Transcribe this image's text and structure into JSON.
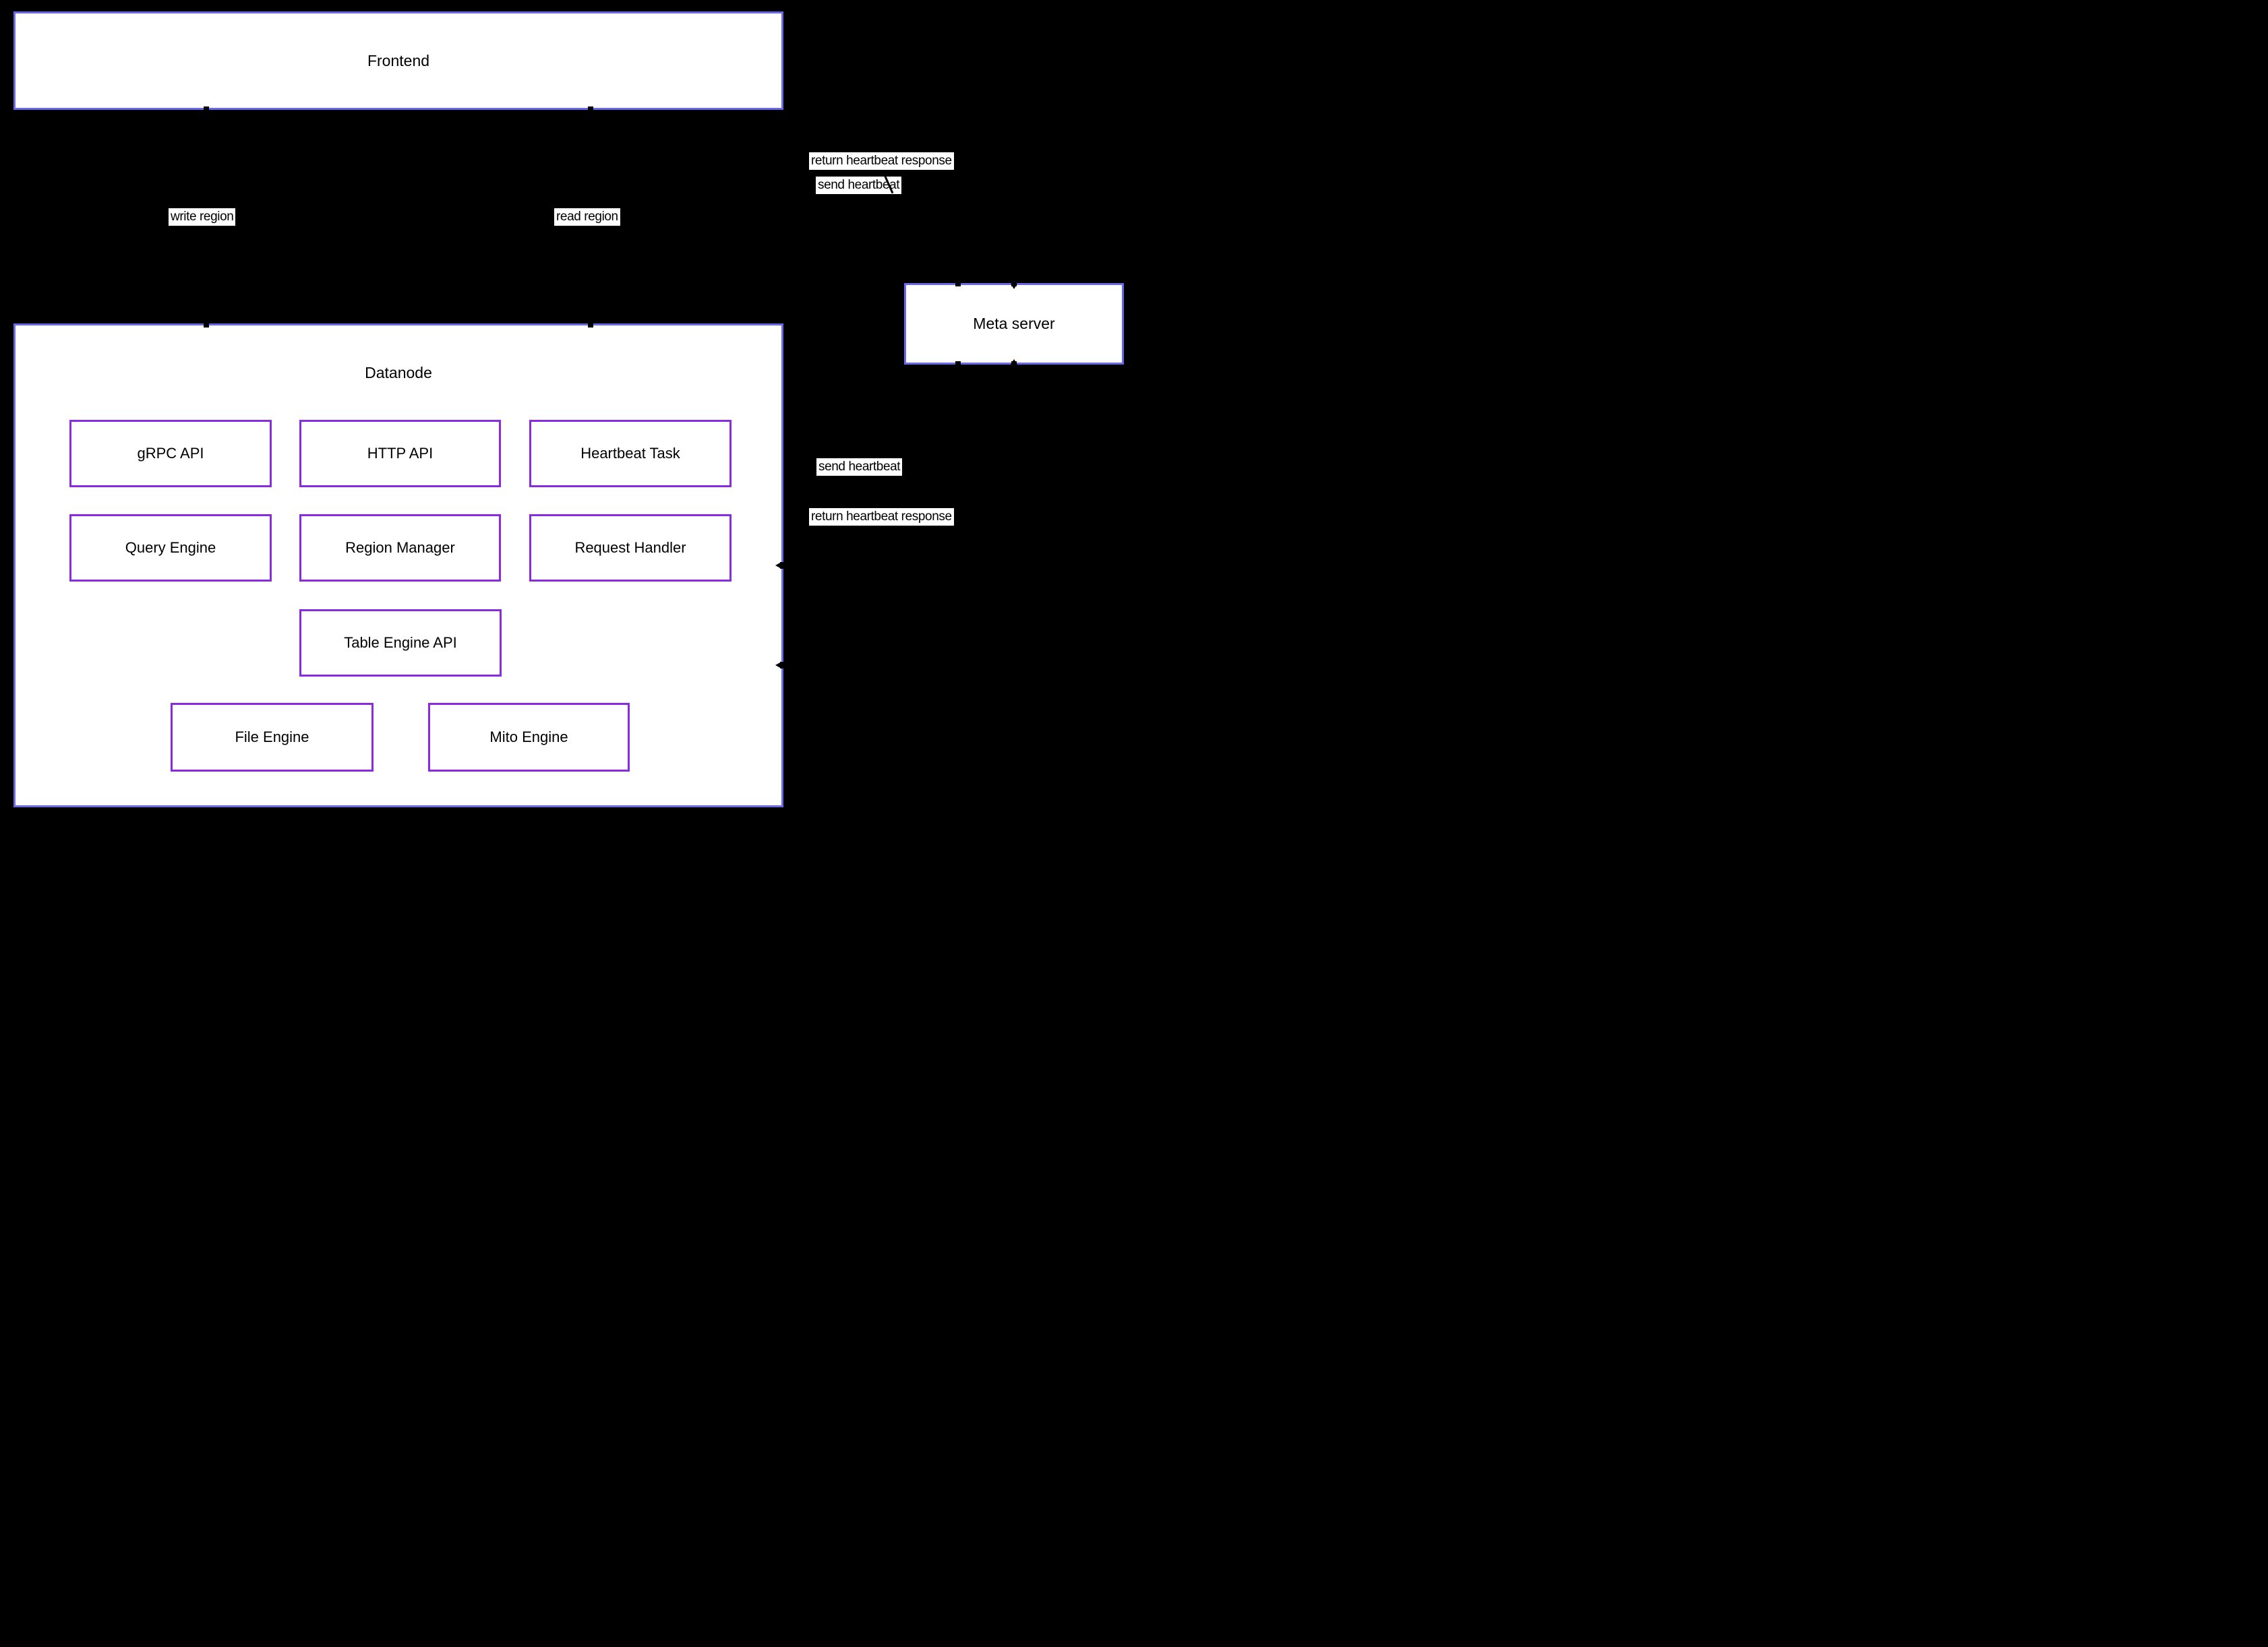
{
  "colors": {
    "background": "#000000",
    "node_fill": "#ffffff",
    "outer_border": "#6a6ae8",
    "inner_border": "#8a2be2",
    "text": "#000000",
    "edge_label_bg": "#ffffff"
  },
  "nodes": {
    "frontend": {
      "label": "Frontend"
    },
    "datanode": {
      "label": "Datanode"
    },
    "meta_server": {
      "label": "Meta server"
    }
  },
  "components": [
    {
      "label": "gRPC API"
    },
    {
      "label": "HTTP API"
    },
    {
      "label": "Heartbeat Task"
    },
    {
      "label": "Query Engine"
    },
    {
      "label": "Region Manager"
    },
    {
      "label": "Request Handler"
    },
    {
      "label": "Table Engine API"
    },
    {
      "label": "File Engine"
    },
    {
      "label": "Mito Engine"
    }
  ],
  "edge_labels": [
    {
      "label": "return heartbeat response"
    },
    {
      "label": "send heartbeat"
    },
    {
      "label": "write region"
    },
    {
      "label": "read region"
    },
    {
      "label": "send heartbeat"
    },
    {
      "label": "return heartbeat response"
    }
  ]
}
